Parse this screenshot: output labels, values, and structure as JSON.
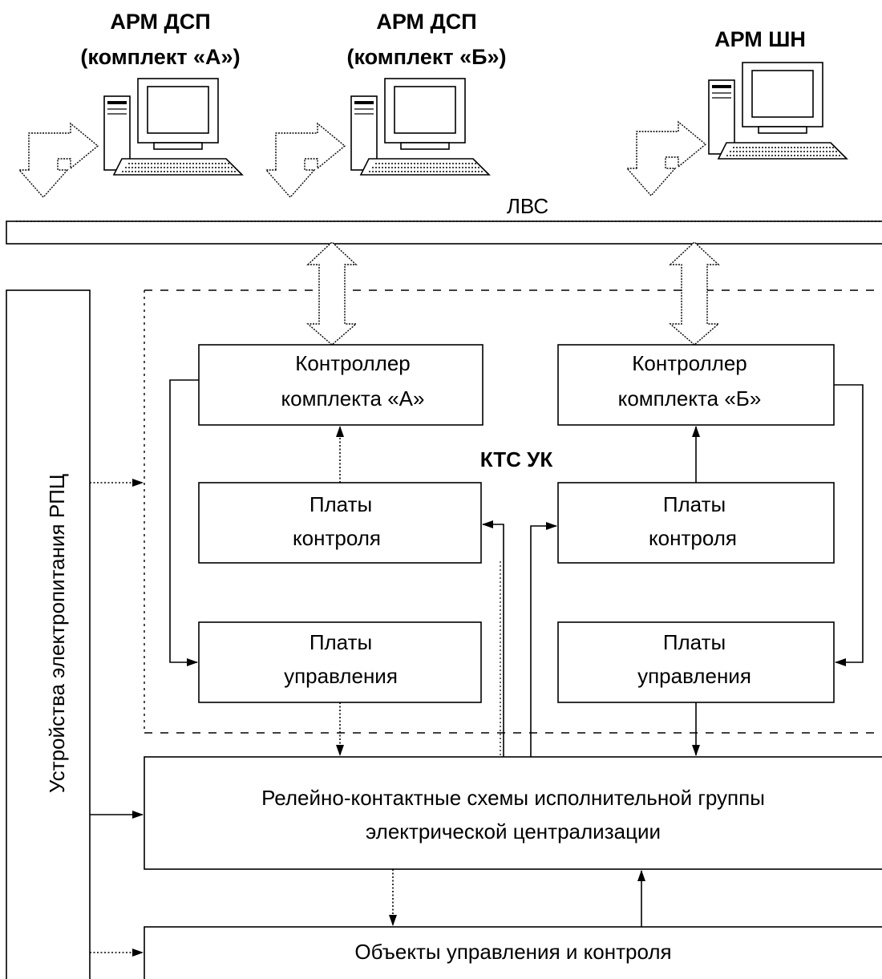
{
  "workstations": {
    "dsp_a": {
      "line1": "АРМ ДСП",
      "line2": "(комплект «А»)"
    },
    "dsp_b": {
      "line1": "АРМ ДСП",
      "line2": "(комплект «Б»)"
    },
    "shn": {
      "line1": "АРМ ШН"
    }
  },
  "network": {
    "label": "ЛВС"
  },
  "power": {
    "label": "Устройства электропитания РПЦ"
  },
  "kts": {
    "label": "КТС УК"
  },
  "controllers": {
    "a": {
      "line1": "Контроллер",
      "line2": "комплекта «А»"
    },
    "b": {
      "line1": "Контроллер",
      "line2": "комплекта «Б»"
    }
  },
  "control_boards": {
    "a": {
      "line1": "Платы",
      "line2": "контроля"
    },
    "b": {
      "line1": "Платы",
      "line2": "контроля"
    }
  },
  "management_boards": {
    "a": {
      "line1": "Платы",
      "line2": "управления"
    },
    "b": {
      "line1": "Платы",
      "line2": "управления"
    }
  },
  "relay": {
    "line1": "Релейно-контактные схемы исполнительной группы",
    "line2": "электрической централизации"
  },
  "objects": {
    "label": "Объекты управления и контроля"
  }
}
